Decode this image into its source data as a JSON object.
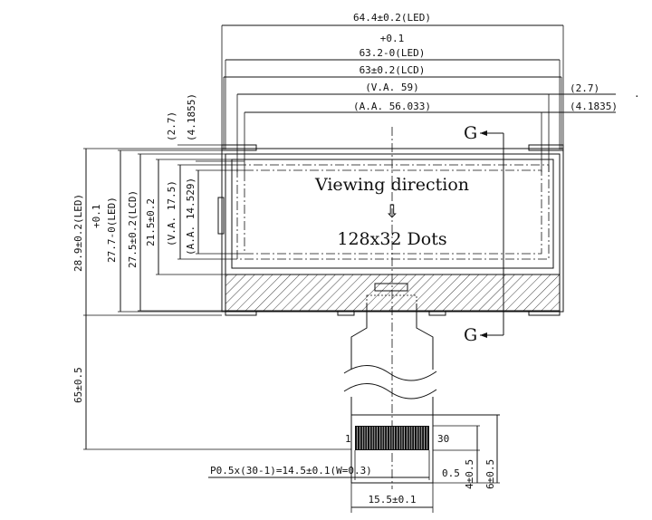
{
  "top_dims": {
    "led_width": "64.4±0.2(LED)",
    "led_tol": "+0.1",
    "led_width2": "63.2-0(LED)",
    "lcd_width": "63±0.2(LCD)",
    "va_width": "(V.A. 59)",
    "aa_width": "(A.A. 56.033)",
    "right_offset1": "(2.7)",
    "right_offset2": "(4.1835)",
    "left_offset1": "(2.7)",
    "left_offset2": "(4.1855)"
  },
  "left_dims": {
    "led_height": "28.9±0.2(LED)",
    "led_tol": "+0.1",
    "led_height2": "27.7-0(LED)",
    "lcd_height": "27.5±0.2(LCD)",
    "frame_height": "21.5±0.2",
    "va_height": "(V.A. 17.5)",
    "aa_height": "(A.A. 14.529)",
    "tail_length": "65±0.5"
  },
  "display": {
    "viewing_direction": "Viewing direction",
    "arrow": "⇩",
    "resolution": "128x32 Dots"
  },
  "section_marks": {
    "top": "G",
    "bottom": "G"
  },
  "fpc": {
    "pin_first": "1",
    "pin_last": "30",
    "pitch": "P0.5x(30-1)=14.5±0.1(W=0.3)",
    "lead_gap": "0.5",
    "lead_len": "4±0.5",
    "tab_len": "6±0.5",
    "fpc_width": "15.5±0.1"
  }
}
